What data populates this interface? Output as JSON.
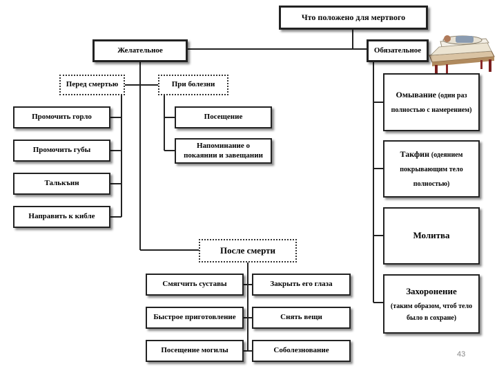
{
  "title": "Что положено для мертвого",
  "desirable": {
    "label": "Желательное",
    "before_death": {
      "label": "Перед смертью",
      "items": [
        "Промочить горло",
        "Промочить губы",
        "Талькъин",
        "Направить к кибле"
      ]
    },
    "illness": {
      "label": "При болезни",
      "items": [
        "Посещение",
        "Напоминание о покаянии и завещании"
      ]
    },
    "after_death": {
      "label": "После смерти",
      "left_items": [
        "Смягчить суставы",
        "Быстрое приготовление",
        "Посещение могилы"
      ],
      "right_items": [
        "Закрыть его глаза",
        "Снять вещи",
        "Соболезнование"
      ]
    }
  },
  "obligatory": {
    "label": "Обязательное",
    "items": [
      {
        "main": "Омывание",
        "note_lines": [
          "(один раз",
          "полностью с намерением)"
        ]
      },
      {
        "main": "Такфин",
        "note_lines": [
          "(одеянием",
          "покрывающим тело",
          "полностью)"
        ]
      },
      {
        "main": "Молитва",
        "note_lines": []
      },
      {
        "main": "Захоронение",
        "note_lines": [
          "(таким образом, чтоб тело",
          "было в сохране)"
        ]
      }
    ]
  },
  "slide_number": "43"
}
